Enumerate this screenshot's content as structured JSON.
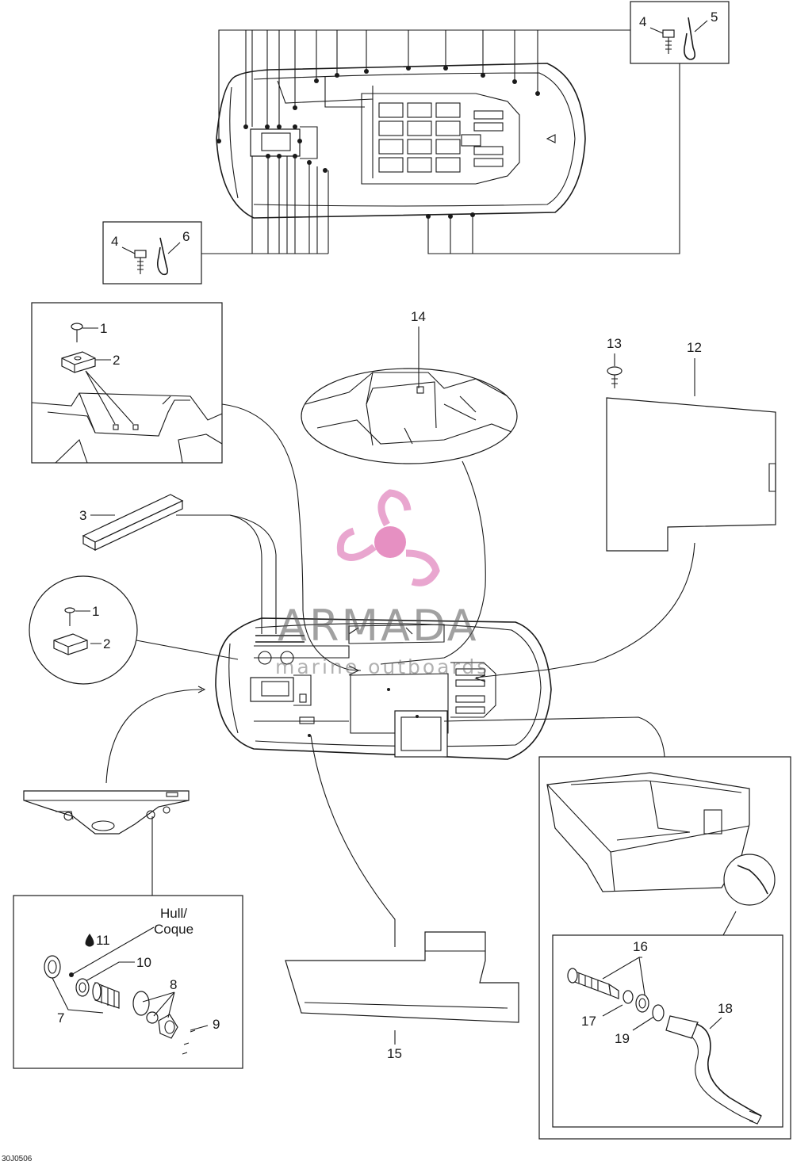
{
  "callouts": {
    "c1": "1",
    "c2": "2",
    "c3": "3",
    "c4": "4",
    "c5": "5",
    "c6": "6",
    "c7": "7",
    "c8": "8",
    "c9": "9",
    "c10": "10",
    "c11": "11",
    "c12": "12",
    "c13": "13",
    "c14": "14",
    "c15": "15",
    "c16": "16",
    "c17": "17",
    "c18": "18",
    "c19": "19"
  },
  "hull_label": {
    "line1": "Hull/",
    "line2": "Coque"
  },
  "figure_code": "30J0506",
  "watermark": {
    "title": "ARMADA",
    "subtitle": "marine outboards",
    "colors": {
      "propeller": "#e9a6cf",
      "hub": "#e690c2",
      "text": "#555555"
    }
  }
}
